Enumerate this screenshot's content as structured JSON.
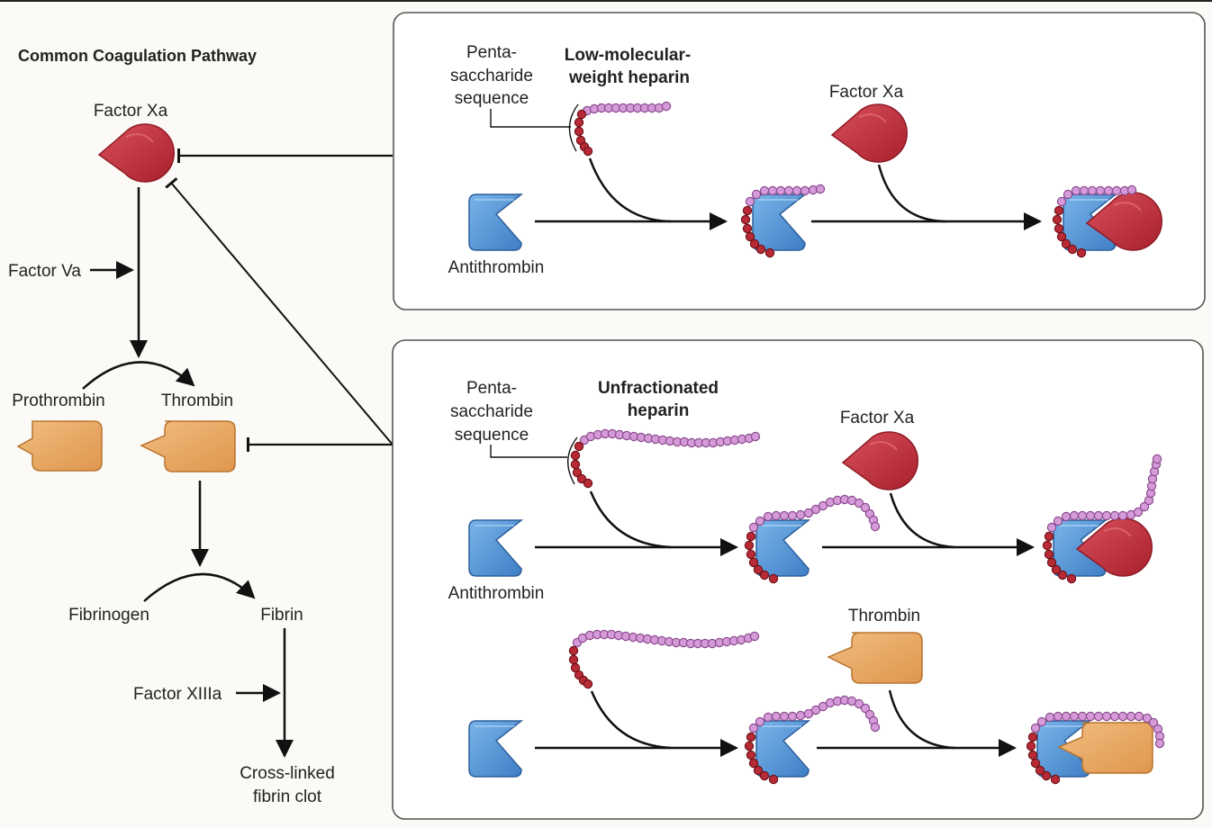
{
  "pathway": {
    "title": "Common Coagulation Pathway",
    "factor_xa": "Factor Xa",
    "factor_va": "Factor Va",
    "prothrombin": "Prothrombin",
    "thrombin": "Thrombin",
    "fibrinogen": "Fibrinogen",
    "fibrin": "Fibrin",
    "factor_xiiia": "Factor XIIIa",
    "clot_line1": "Cross-linked",
    "clot_line2": "fibrin clot"
  },
  "lmwh_panel": {
    "penta_line1": "Penta-",
    "penta_line2": "saccharide",
    "penta_line3": "sequence",
    "heparin_line1": "Low-molecular-",
    "heparin_line2": "weight heparin",
    "antithrombin": "Antithrombin",
    "factor_xa": "Factor Xa"
  },
  "ufh_panel": {
    "penta_line1": "Penta-",
    "penta_line2": "saccharide",
    "penta_line3": "sequence",
    "heparin_line1": "Unfractionated",
    "heparin_line2": "heparin",
    "antithrombin": "Antithrombin",
    "factor_xa": "Factor Xa",
    "thrombin": "Thrombin"
  },
  "colors": {
    "factor_xa": "#c0313f",
    "thrombin": "#e8a864",
    "antithrombin": "#5b9ad8",
    "pentasaccharide_bead": "#b82a36",
    "heparin_bead": "#d59ad8",
    "panel_border": "#555555"
  }
}
